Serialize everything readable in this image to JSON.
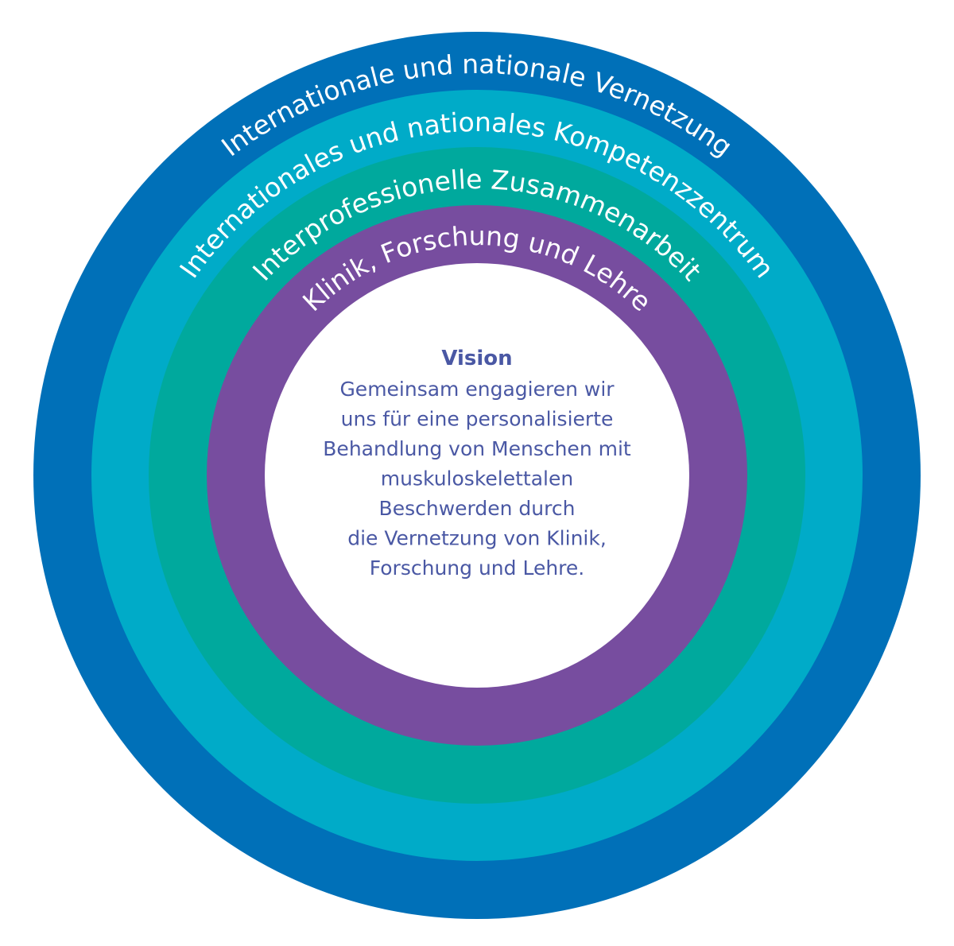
{
  "rings": [
    {
      "label": "Internationale und nationale Vernetzung",
      "color": "#0070b8"
    },
    {
      "label": "Internationales und nationales Kompetenzzentrum",
      "color": "#00abc8"
    },
    {
      "label": "Interprofessionelle Zusammenarbeit",
      "color": "#00a99d"
    },
    {
      "label": "Klinik, Forschung und Lehre",
      "color": "#774d9f"
    }
  ],
  "center": {
    "title": "Vision",
    "lines": [
      "Gemeinsam engagieren wir",
      "uns für eine personalisierte",
      "Behandlung von Menschen mit",
      "muskuloskelettalen",
      "Beschwerden durch",
      "die Vernetzung von Klinik,",
      "Forschung und Lehre."
    ],
    "color": "#4a58a4"
  }
}
